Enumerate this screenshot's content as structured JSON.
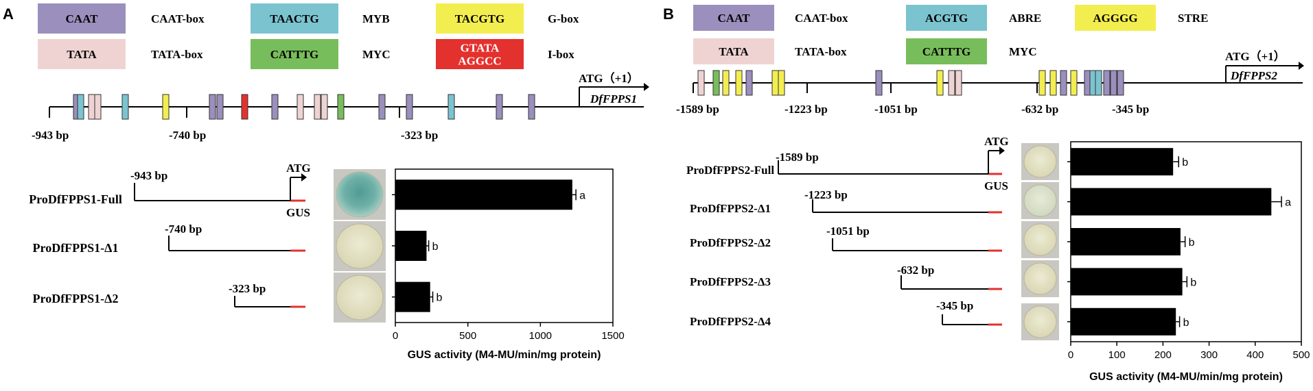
{
  "panels": {
    "A": {
      "letter": "A",
      "legend": [
        {
          "box": "CAAT",
          "color": "#9b8fbd",
          "name": "CAAT-box"
        },
        {
          "box": "TAACTG",
          "color": "#7cc3d0",
          "name": "MYB"
        },
        {
          "box": "TACGTG",
          "color": "#f3ee50",
          "name": "G-box"
        },
        {
          "box": "TATA",
          "color": "#efd3d3",
          "name": "TATA-box"
        },
        {
          "box": "CATTTG",
          "color": "#78bd5b",
          "name": "MYC"
        },
        {
          "box": "GTATA\nAGGCC",
          "color": "#e3312e",
          "name": "I-box"
        }
      ],
      "promoter": {
        "atg_label": "ATG（+1）",
        "gene_label": "DfFPPS1",
        "position_labels": [
          "-943 bp",
          "-740 bp",
          "-323 bp"
        ]
      },
      "constructs": [
        {
          "name": "ProDfFPPS1-Full",
          "start": "-943 bp"
        },
        {
          "name": "ProDfFPPS1-Δ1",
          "start": "-740 bp"
        },
        {
          "name": "ProDfFPPS1-Δ2",
          "start": "-323 bp"
        }
      ],
      "construct_atg": "ATG",
      "construct_gus": "GUS"
    },
    "B": {
      "letter": "B",
      "legend": [
        {
          "box": "CAAT",
          "color": "#9b8fbd",
          "name": "CAAT-box"
        },
        {
          "box": "ACGTG",
          "color": "#7cc3d0",
          "name": "ABRE"
        },
        {
          "box": "AGGGG",
          "color": "#f3ee50",
          "name": "STRE"
        },
        {
          "box": "TATA",
          "color": "#efd3d3",
          "name": "TATA-box"
        },
        {
          "box": "CATTTG",
          "color": "#78bd5b",
          "name": "MYC"
        }
      ],
      "promoter": {
        "atg_label": "ATG（+1）",
        "gene_label": "DfFPPS2",
        "position_labels": [
          "-1589 bp",
          "-1223 bp",
          "-1051 bp",
          "-632 bp",
          "-345 bp"
        ]
      },
      "constructs": [
        {
          "name": "ProDfFPPS2-Full",
          "start": "-1589 bp"
        },
        {
          "name": "ProDfFPPS2-Δ1",
          "start": "-1223 bp"
        },
        {
          "name": "ProDfFPPS2-Δ2",
          "start": "-1051 bp"
        },
        {
          "name": "ProDfFPPS2-Δ3",
          "start": "-632 bp"
        },
        {
          "name": "ProDfFPPS2-Δ4",
          "start": "-345 bp"
        }
      ],
      "construct_atg": "ATG",
      "construct_gus": "GUS"
    }
  },
  "chart_data": [
    {
      "type": "bar",
      "orientation": "horizontal",
      "categories": [
        "ProDfFPPS1-Full",
        "ProDfFPPS1-Δ1",
        "ProDfFPPS1-Δ2"
      ],
      "values": [
        1220,
        215,
        240
      ],
      "errors": [
        25,
        15,
        18
      ],
      "significance": [
        "a",
        "b",
        "b"
      ],
      "xlabel": "GUS activity (M4-MU/min/mg protein)",
      "xlim": [
        0,
        1500
      ],
      "xticks": [
        0,
        500,
        1000,
        1500
      ],
      "bar_color": "#000000"
    },
    {
      "type": "bar",
      "orientation": "horizontal",
      "categories": [
        "ProDfFPPS2-Full",
        "ProDfFPPS2-Δ1",
        "ProDfFPPS2-Δ2",
        "ProDfFPPS2-Δ3",
        "ProDfFPPS2-Δ4"
      ],
      "values": [
        222,
        435,
        238,
        242,
        228
      ],
      "errors": [
        12,
        22,
        10,
        10,
        8
      ],
      "significance": [
        "b",
        "a",
        "b",
        "b",
        "b"
      ],
      "xlabel": "GUS activity (M4-MU/min/mg protein)",
      "xlim": [
        0,
        500
      ],
      "xticks": [
        0,
        100,
        200,
        300,
        400,
        500
      ],
      "bar_color": "#000000"
    }
  ]
}
